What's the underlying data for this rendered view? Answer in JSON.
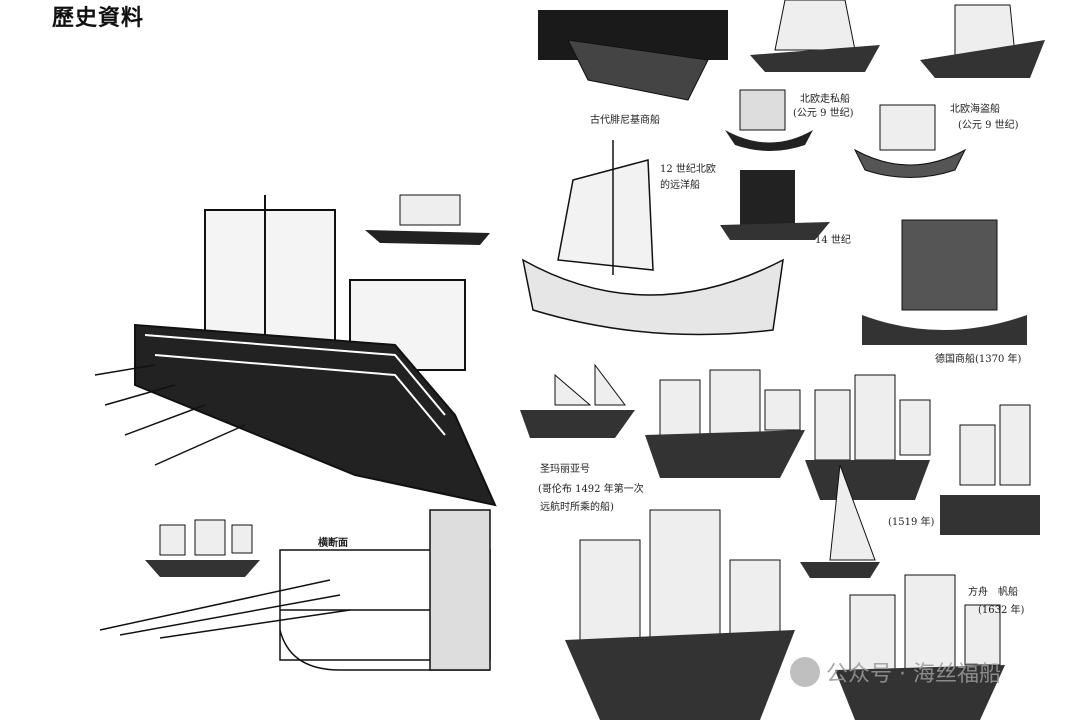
{
  "page": {
    "title": "歷史資料"
  },
  "labels": {
    "phoenician": "古代腓尼基商船",
    "norse_smuggler_1": "北欧走私船",
    "norse_smuggler_2": "(公元 9 世纪)",
    "norse_pirate_1": "北欧海盗船",
    "norse_pirate_2": "(公元 9 世纪)",
    "norse_12c_1": "12 世纪北欧",
    "norse_12c_2": "的远洋船",
    "c14": "14 世纪",
    "german": "德国商船(1370 年)",
    "santa_maria_1": "圣玛丽亚号",
    "santa_maria_2": "(哥伦布 1492 年第一次",
    "santa_maria_3": "远航时所乘的船)",
    "y1519": "(1519 年)",
    "ark_1": "方舟　帆船",
    "ark_2": "(1632 年)",
    "cross_section": "横断面"
  },
  "watermark": "公众号 · 海丝福船"
}
